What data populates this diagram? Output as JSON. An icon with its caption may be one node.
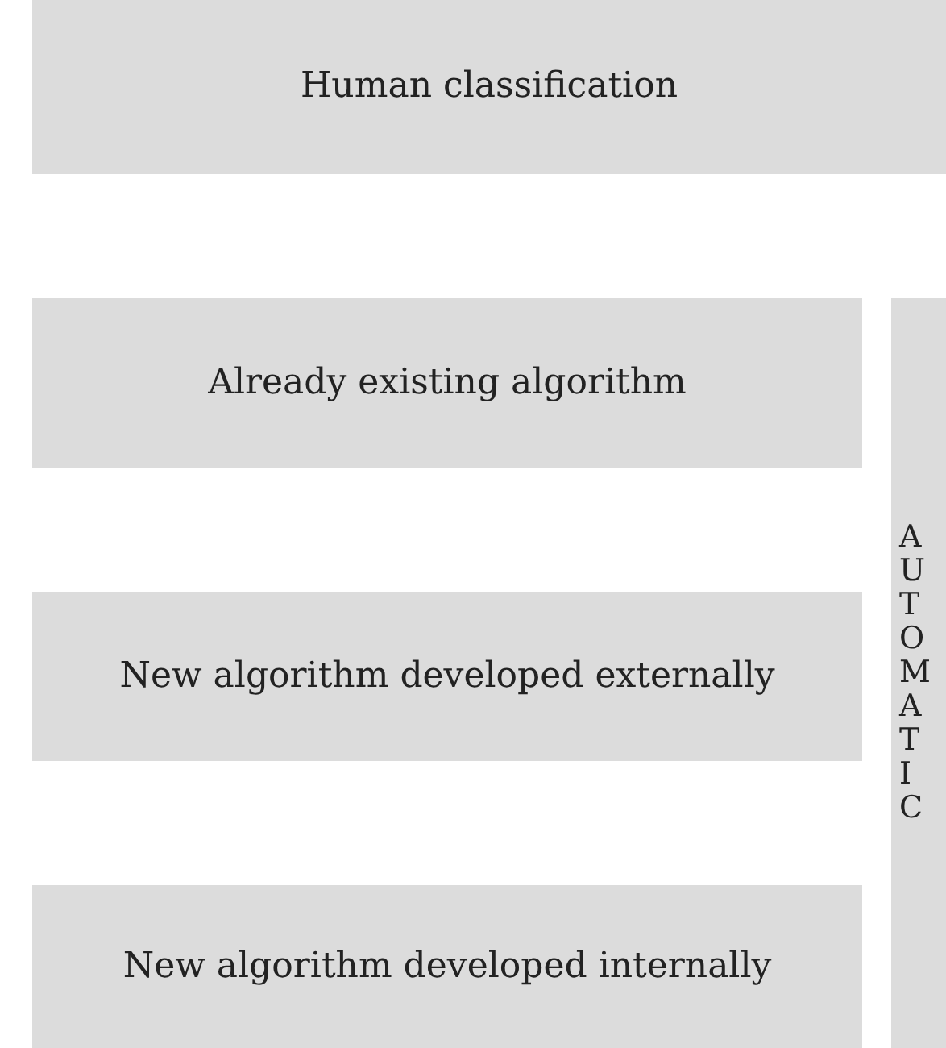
{
  "diagram": {
    "nodes": [
      {
        "text": [
          "Human classification"
        ]
      },
      {
        "text": [
          "Already existing algorithm"
        ]
      },
      {
        "text": [
          "New algorithm developed externally"
        ]
      },
      {
        "text": [
          "New algorithm developed internally"
        ]
      },
      {
        "text": [
          "AUTOMATIC"
        ]
      }
    ]
  }
}
